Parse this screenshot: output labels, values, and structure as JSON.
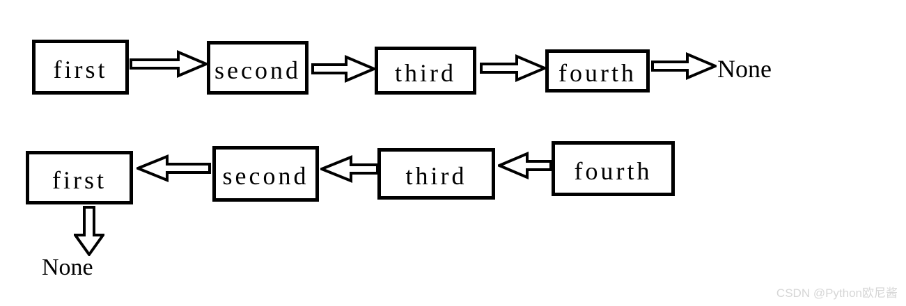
{
  "diagram": {
    "forward_chain": {
      "nodes": [
        "first",
        "second",
        "third",
        "fourth"
      ],
      "terminal": "None"
    },
    "backward_chain": {
      "nodes": [
        "first",
        "second",
        "third",
        "fourth"
      ],
      "terminal": "None"
    }
  },
  "watermark": "CSDN @Python欧尼酱",
  "colors": {
    "background": "#ffffff",
    "box_border": "#000000",
    "text": "#000000",
    "arrow_fill": "#ffffff",
    "arrow_outline": "#000000",
    "watermark_text": "#d6d6d6"
  }
}
